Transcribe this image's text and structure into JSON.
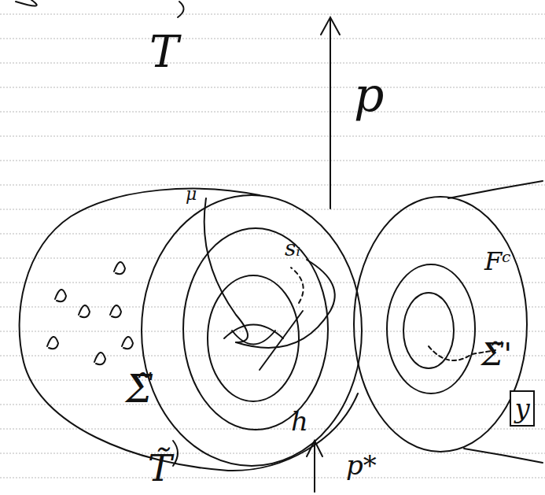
{
  "diagram": {
    "nodes": [
      {
        "text": [
          "y"
        ]
      }
    ],
    "labels": [
      "T",
      "p",
      "μ",
      "sᵢ",
      "Σ̃",
      "h",
      "T̃",
      "p*",
      "Σ̃'",
      "Fᶜ"
    ]
  }
}
